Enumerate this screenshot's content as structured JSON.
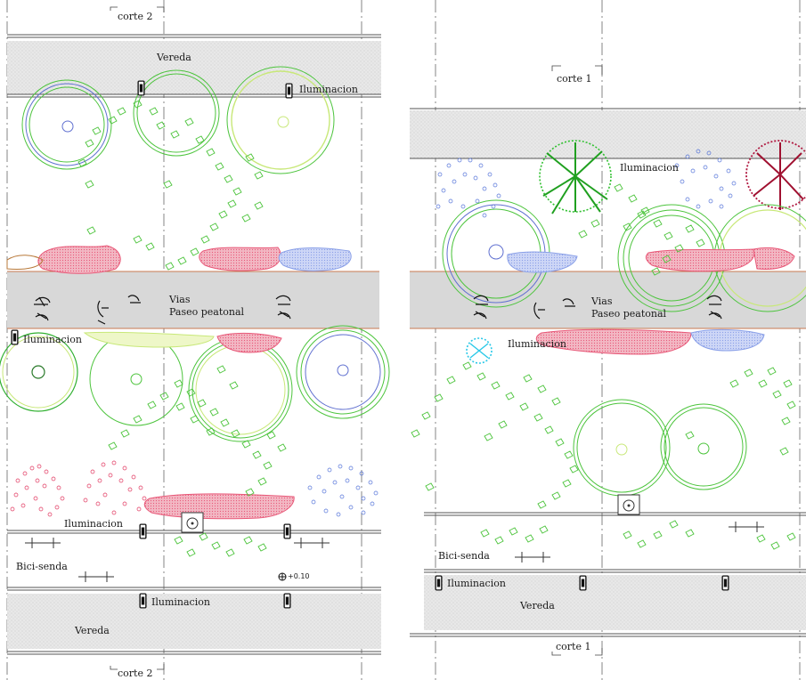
{
  "left_plan": {
    "corte_top": "corte 2",
    "corte_bottom": "corte 2",
    "vereda_top": "Vereda",
    "iluminacion_top": "Iluminacion",
    "vias": "Vias",
    "paseo_peatonal": "Paseo peatonal",
    "iluminacion_mid": "Iluminacion",
    "iluminacion_low": "Iluminacion",
    "bici_senda": "Bici-senda",
    "level_mark": "+0.10",
    "iluminacion_bottom": "Iluminacion",
    "vereda_bottom": "Vereda"
  },
  "right_plan": {
    "corte_top": "corte 1",
    "corte_bottom": "corte 1",
    "iluminacion_top": "Iluminacion",
    "vias": "Vias",
    "paseo_peatonal": "Paseo peatonal",
    "iluminacion_mid": "Iluminacion",
    "bici_senda": "Bici-senda",
    "iluminacion_bottom": "Iluminacion",
    "vereda_bottom": "Vereda"
  },
  "colors": {
    "pavement": "#e6e6e6",
    "road": "#d8d8d8",
    "tree_green": "#4cc43c",
    "tree_lime": "#c8e878",
    "tree_blue": "#6070d0",
    "shrub_pink": "#e85878",
    "shrub_blue": "#8aa0e8",
    "shrub_brown": "#b87838",
    "tree_red": "#b01840",
    "tree_green_dark": "#30b030",
    "tree_cyan": "#28c8e8",
    "edge_brown": "#c87850"
  }
}
